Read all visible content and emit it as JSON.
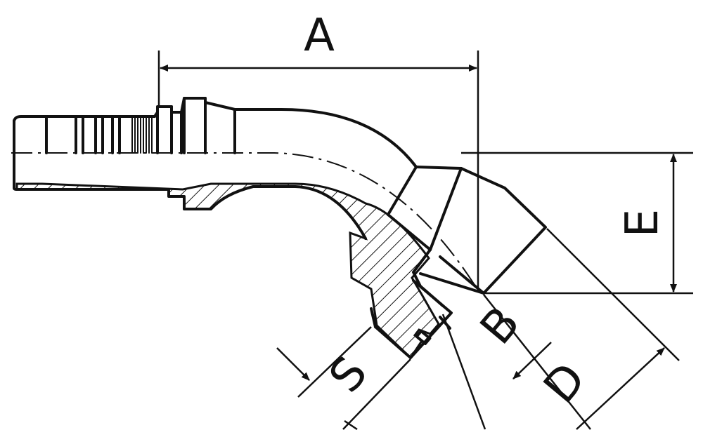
{
  "diagram": {
    "labels": {
      "A": "A",
      "E": "E",
      "B": "B",
      "D": "D",
      "S": "S"
    },
    "colors": {
      "line": "#111111",
      "background": "#ffffff"
    }
  }
}
